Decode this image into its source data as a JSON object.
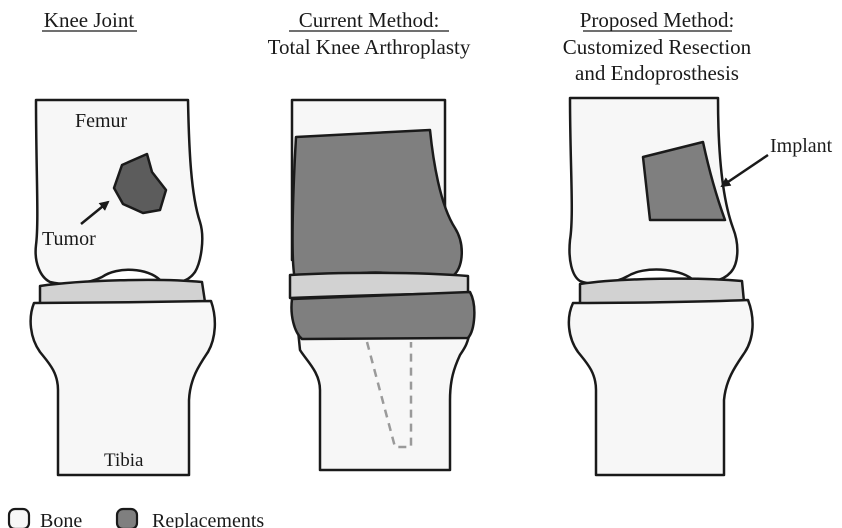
{
  "panels": [
    {
      "title_lines": [
        "Knee Joint"
      ]
    },
    {
      "title_lines": [
        "Current Method:",
        "Total Knee Arthroplasty"
      ]
    },
    {
      "title_lines": [
        "Proposed Method:",
        "Customized Resection",
        "and Endoprosthesis"
      ]
    }
  ],
  "labels": {
    "femur": "Femur",
    "tumor": "Tumor",
    "tibia": "Tibia",
    "implant": "Implant"
  },
  "legend": {
    "bone": "Bone",
    "replacements": "Replacements"
  },
  "colors": {
    "bone": "#f7f7f7",
    "cartilage": "#d2d2d2",
    "replacement": "#7f7f7f",
    "tumor": "#5c5c5c",
    "stem_dash": "#9a9a9a"
  }
}
